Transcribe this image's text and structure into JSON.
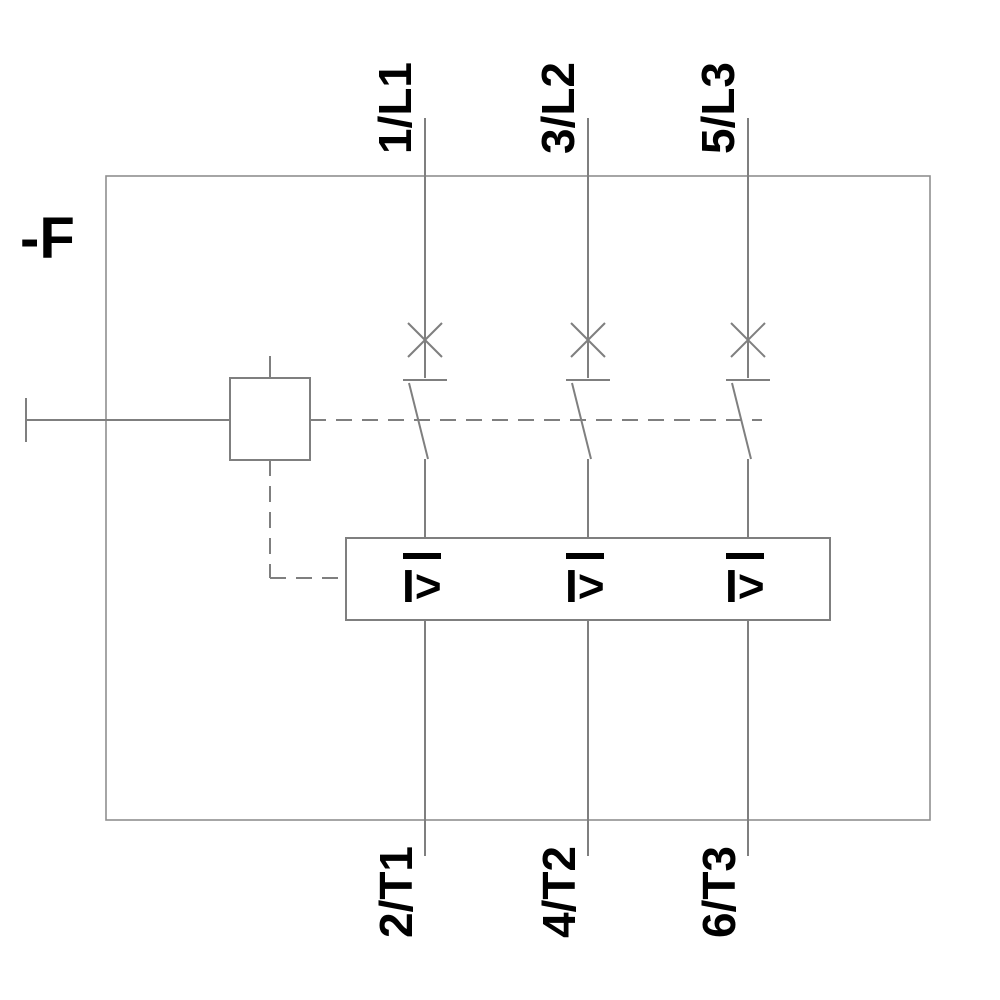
{
  "diagram": {
    "device_label": "-F",
    "poles": [
      {
        "top_terminal": "1/L1",
        "bottom_terminal": "2/T1",
        "release_symbol": "I>"
      },
      {
        "top_terminal": "3/L2",
        "bottom_terminal": "4/T2",
        "release_symbol": "I>"
      },
      {
        "top_terminal": "5/L3",
        "bottom_terminal": "6/T3",
        "release_symbol": "I>"
      }
    ],
    "colors": {
      "line": "#7f7f7f",
      "label": "#000000",
      "symbol": "#000000",
      "background": "#ffffff"
    }
  }
}
